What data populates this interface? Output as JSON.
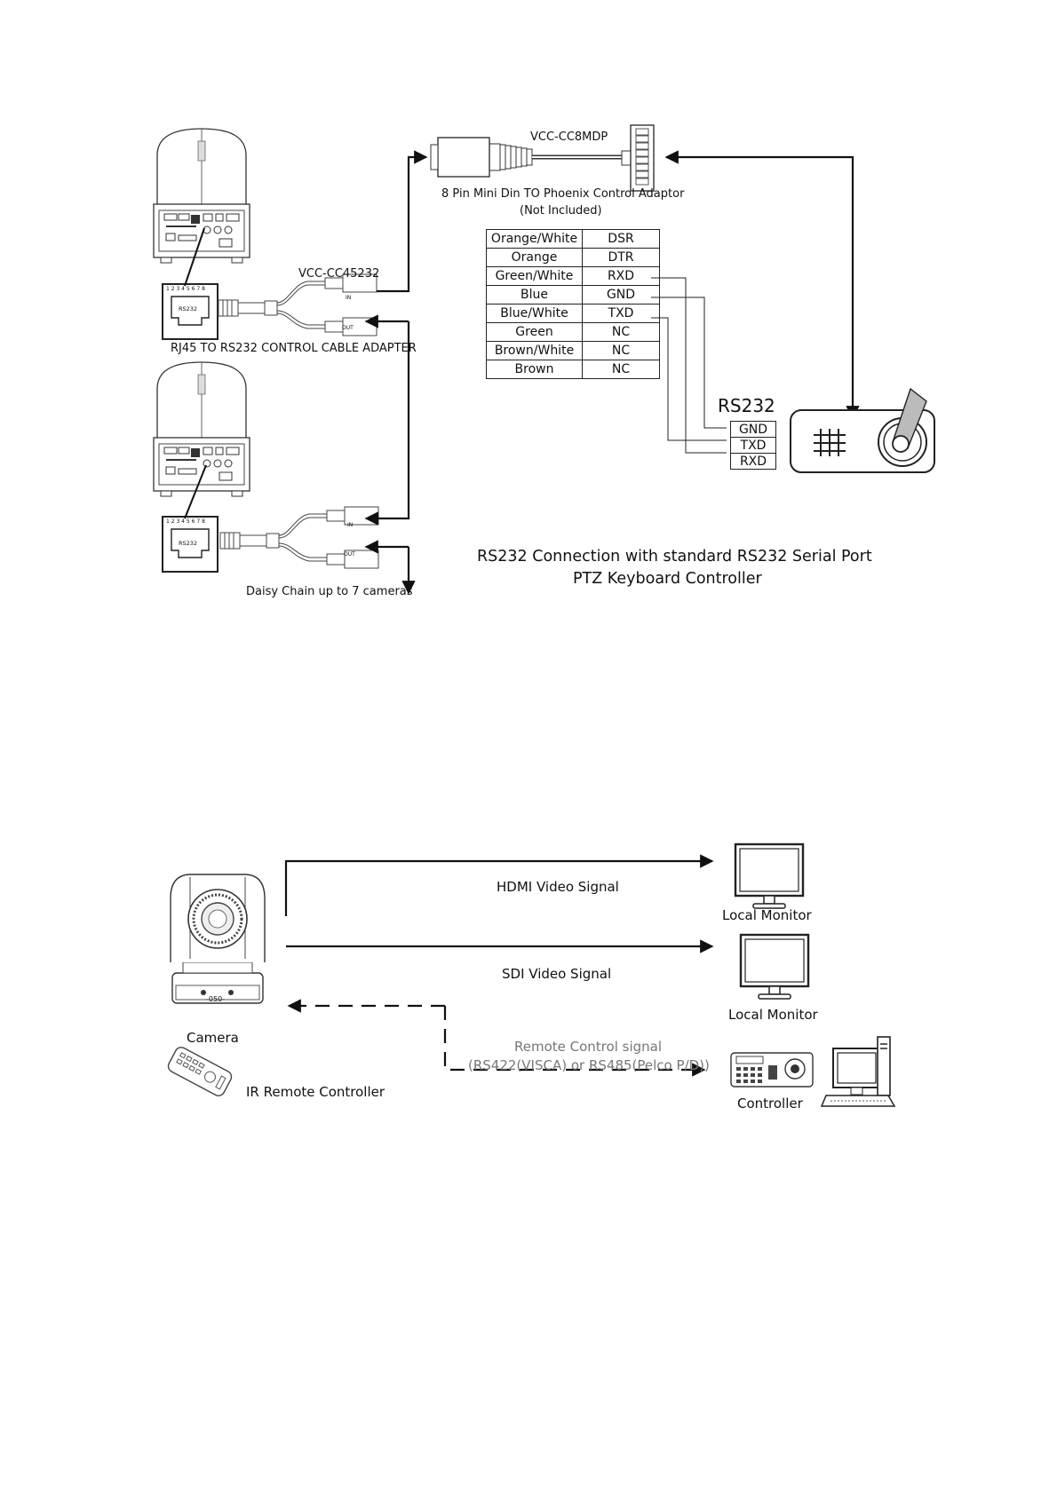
{
  "diagram1": {
    "cable_top_label": "VCC-CC8MDP",
    "adaptor_label": "8 Pin Mini Din TO Phoenix Control Adaptor",
    "adaptor_note": "(Not Included)",
    "cable_label": "VCC-CC45232",
    "adapter_caption": "RJ45 TO RS232 CONTROL CABLE ADAPTER",
    "rj45_pins": "1 2 3 4 5 6 7 8",
    "rj45_text": "RS232",
    "port_in": "IN",
    "port_out": "OUT",
    "daisy_chain": "Daisy Chain up to 7 cameras",
    "wire_table": [
      {
        "color": "Orange/White",
        "signal": "DSR"
      },
      {
        "color": "Orange",
        "signal": "DTR"
      },
      {
        "color": "Green/White",
        "signal": "RXD"
      },
      {
        "color": "Blue",
        "signal": "GND"
      },
      {
        "color": "Blue/White",
        "signal": "TXD"
      },
      {
        "color": "Green",
        "signal": "NC"
      },
      {
        "color": "Brown/White",
        "signal": "NC"
      },
      {
        "color": "Brown",
        "signal": "NC"
      }
    ],
    "rs232_title": "RS232",
    "rs232_pins": [
      "GND",
      "TXD",
      "RXD"
    ],
    "caption_line1": "RS232 Connection with standard RS232 Serial Port",
    "caption_line2": "PTZ Keyboard Controller"
  },
  "diagram2": {
    "hdmi_signal": "HDMI Video Signal",
    "sdi_signal": "SDI Video Signal",
    "monitor1_label": "Local Monitor",
    "monitor2_label": "Local Monitor",
    "camera_label": "Camera",
    "camera_display": "-050-",
    "remote_label": "IR Remote Controller",
    "remote_signal_line1": "Remote Control signal",
    "remote_signal_line2": "(RS422(VISCA) or RS485(Pelco P/D))",
    "controller_label": "Controller"
  },
  "colors": {
    "line": "#111111",
    "grey_text": "#777777",
    "background": "#ffffff"
  },
  "icons": [
    "ptz-camera-icon",
    "rj45-adapter-icon",
    "y-cable-icon",
    "mini-din-connector-icon",
    "phoenix-connector-icon",
    "ptz-keyboard-icon",
    "monitor-icon",
    "ir-remote-icon",
    "controller-keyboard-icon",
    "computer-icon"
  ]
}
